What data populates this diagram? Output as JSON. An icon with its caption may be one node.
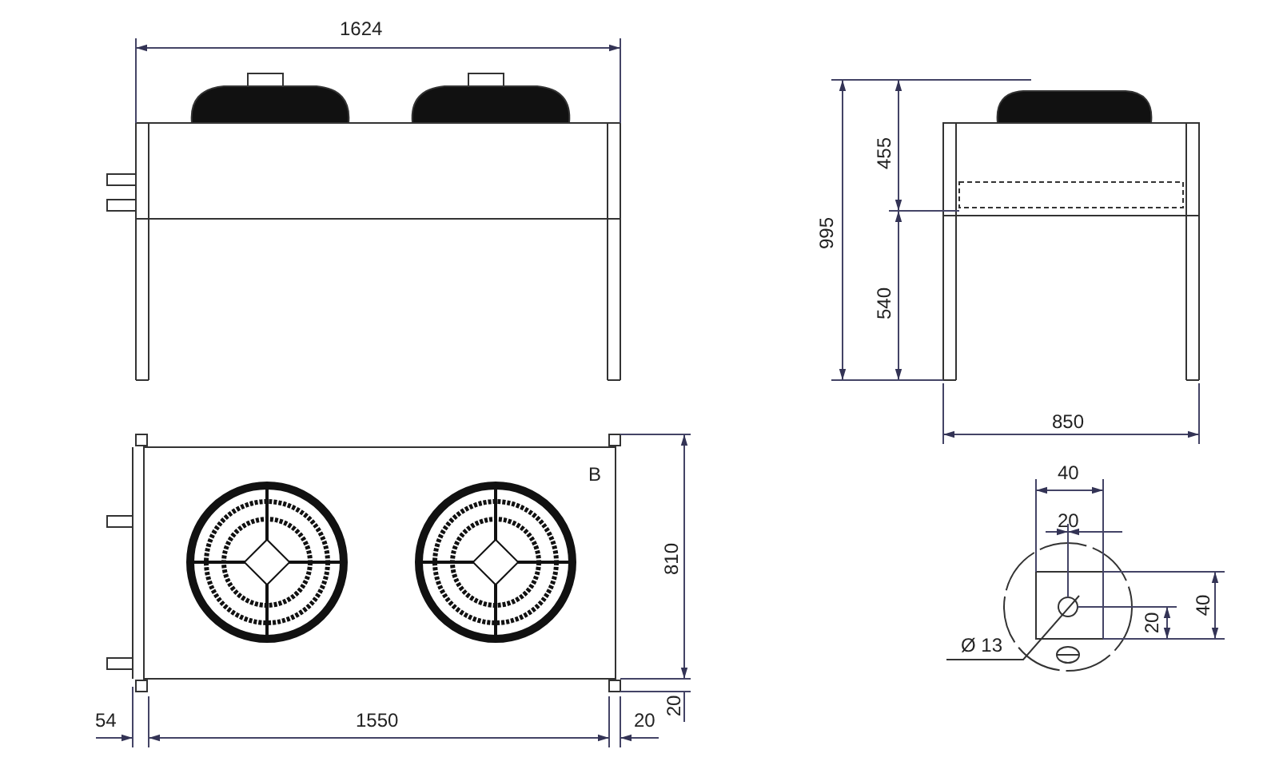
{
  "diagram": {
    "labels": [
      "1624",
      "455",
      "995",
      "540",
      "850",
      "B",
      "40",
      "810",
      "20",
      "20",
      "40",
      "Ø 13",
      "54",
      "1550",
      "20",
      "20"
    ]
  }
}
